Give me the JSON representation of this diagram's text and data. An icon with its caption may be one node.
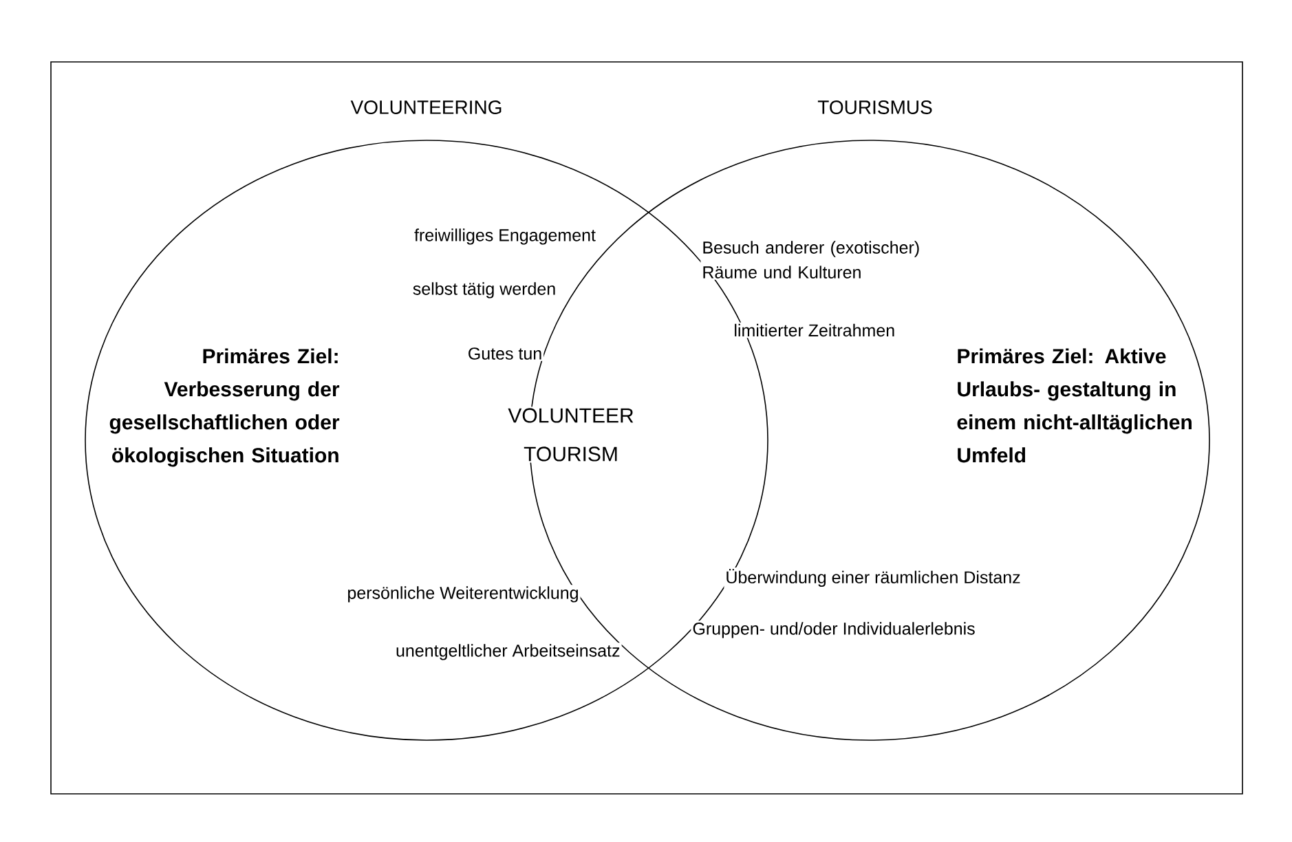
{
  "diagram": {
    "nodes": [
      {
        "text": [
          "VOLUNTEERING",
          "Primäres Ziel: Verbesserung der gesellschaftlichen oder ökologischen Situation"
        ]
      },
      {
        "text": [
          "TOURISMUS",
          "Primäres Ziel: Aktive Urlaubs- gestaltung in einem nicht-alltäglichen Umfeld"
        ]
      }
    ],
    "labels": [
      "freiwilliges Engagement",
      "Besuch anderer (exotischer) Räume und Kulturen",
      "selbst tätig werden",
      "limitierter Zeitrahmen",
      "Gutes tun",
      "VOLUNTEER TOURISM",
      "Überwindung einer räumlichen Distanz",
      "persönliche Weiterentwicklung",
      "Gruppen- und/oder Individualerlebnis",
      "unentgeltlicher Arbeitseinsatz"
    ]
  }
}
